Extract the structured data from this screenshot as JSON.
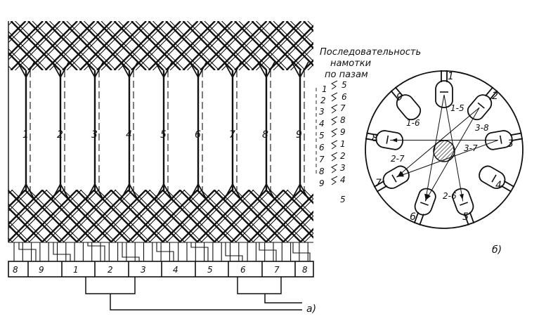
{
  "caption": {
    "line1": "Последовательность",
    "line2": "намотки",
    "line3": "по пазам"
  },
  "sequence": [
    {
      "from": "1",
      "to": "5"
    },
    {
      "from": "2",
      "to": "6"
    },
    {
      "from": "3",
      "to": "7"
    },
    {
      "from": "4",
      "to": "8"
    },
    {
      "from": "5",
      "to": "9"
    },
    {
      "from": "6",
      "to": "1"
    },
    {
      "from": "7",
      "to": "2"
    },
    {
      "from": "8",
      "to": "3"
    },
    {
      "from": "9",
      "to": "4"
    },
    {
      "from": "",
      "to": "5"
    }
  ],
  "coil_numbers": [
    "1",
    "2",
    "3",
    "4",
    "5",
    "6",
    "7",
    "8",
    "9"
  ],
  "slot_strip": [
    "8",
    "9",
    "1",
    "2",
    "3",
    "4",
    "5",
    "6",
    "7",
    "8"
  ],
  "label_a": "а)",
  "label_b": "б)",
  "stator_slots": [
    "1",
    "2",
    "3",
    "4",
    "5",
    "6",
    "7",
    "8",
    "9"
  ],
  "wire_labels": [
    "1-6",
    "1-5",
    "3-8",
    "2-7",
    "3-7",
    "2-6"
  ],
  "colors": {
    "ink": "#111111",
    "background": "#ffffff"
  }
}
